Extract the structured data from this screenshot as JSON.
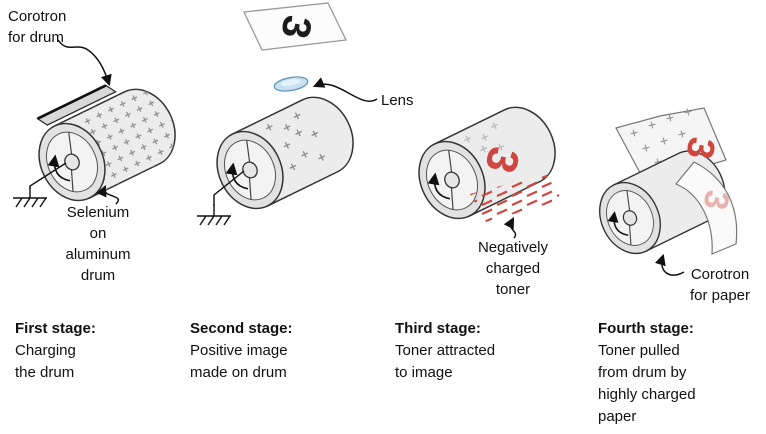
{
  "figure": {
    "name": "Xerography four-stage process diagram",
    "original_character": "3"
  },
  "labels": {
    "corotron_for_drum": "Corotron\nfor drum",
    "selenium_on_aluminum_drum": "Selenium\non\naluminum\ndrum",
    "lens": "Lens",
    "negatively_charged_toner": "Negatively\ncharged\ntoner",
    "corotron_for_paper": "Corotron\nfor paper"
  },
  "stages": [
    {
      "title": "First stage:",
      "description": "Charging\nthe drum"
    },
    {
      "title": "Second stage:",
      "description": "Positive image\nmade on drum"
    },
    {
      "title": "Third stage:",
      "description": "Toner attracted\nto image"
    },
    {
      "title": "Fourth stage:",
      "description": "Toner pulled\nfrom drum by\nhighly charged\npaper"
    }
  ],
  "colors": {
    "toner_red": "#cf4540",
    "toner_pink": "#e7b2ae",
    "lens_blue": "#c9e0f0",
    "drum_body_gray": "#ececec",
    "charge_mark_gray": "#8a8a8a"
  }
}
